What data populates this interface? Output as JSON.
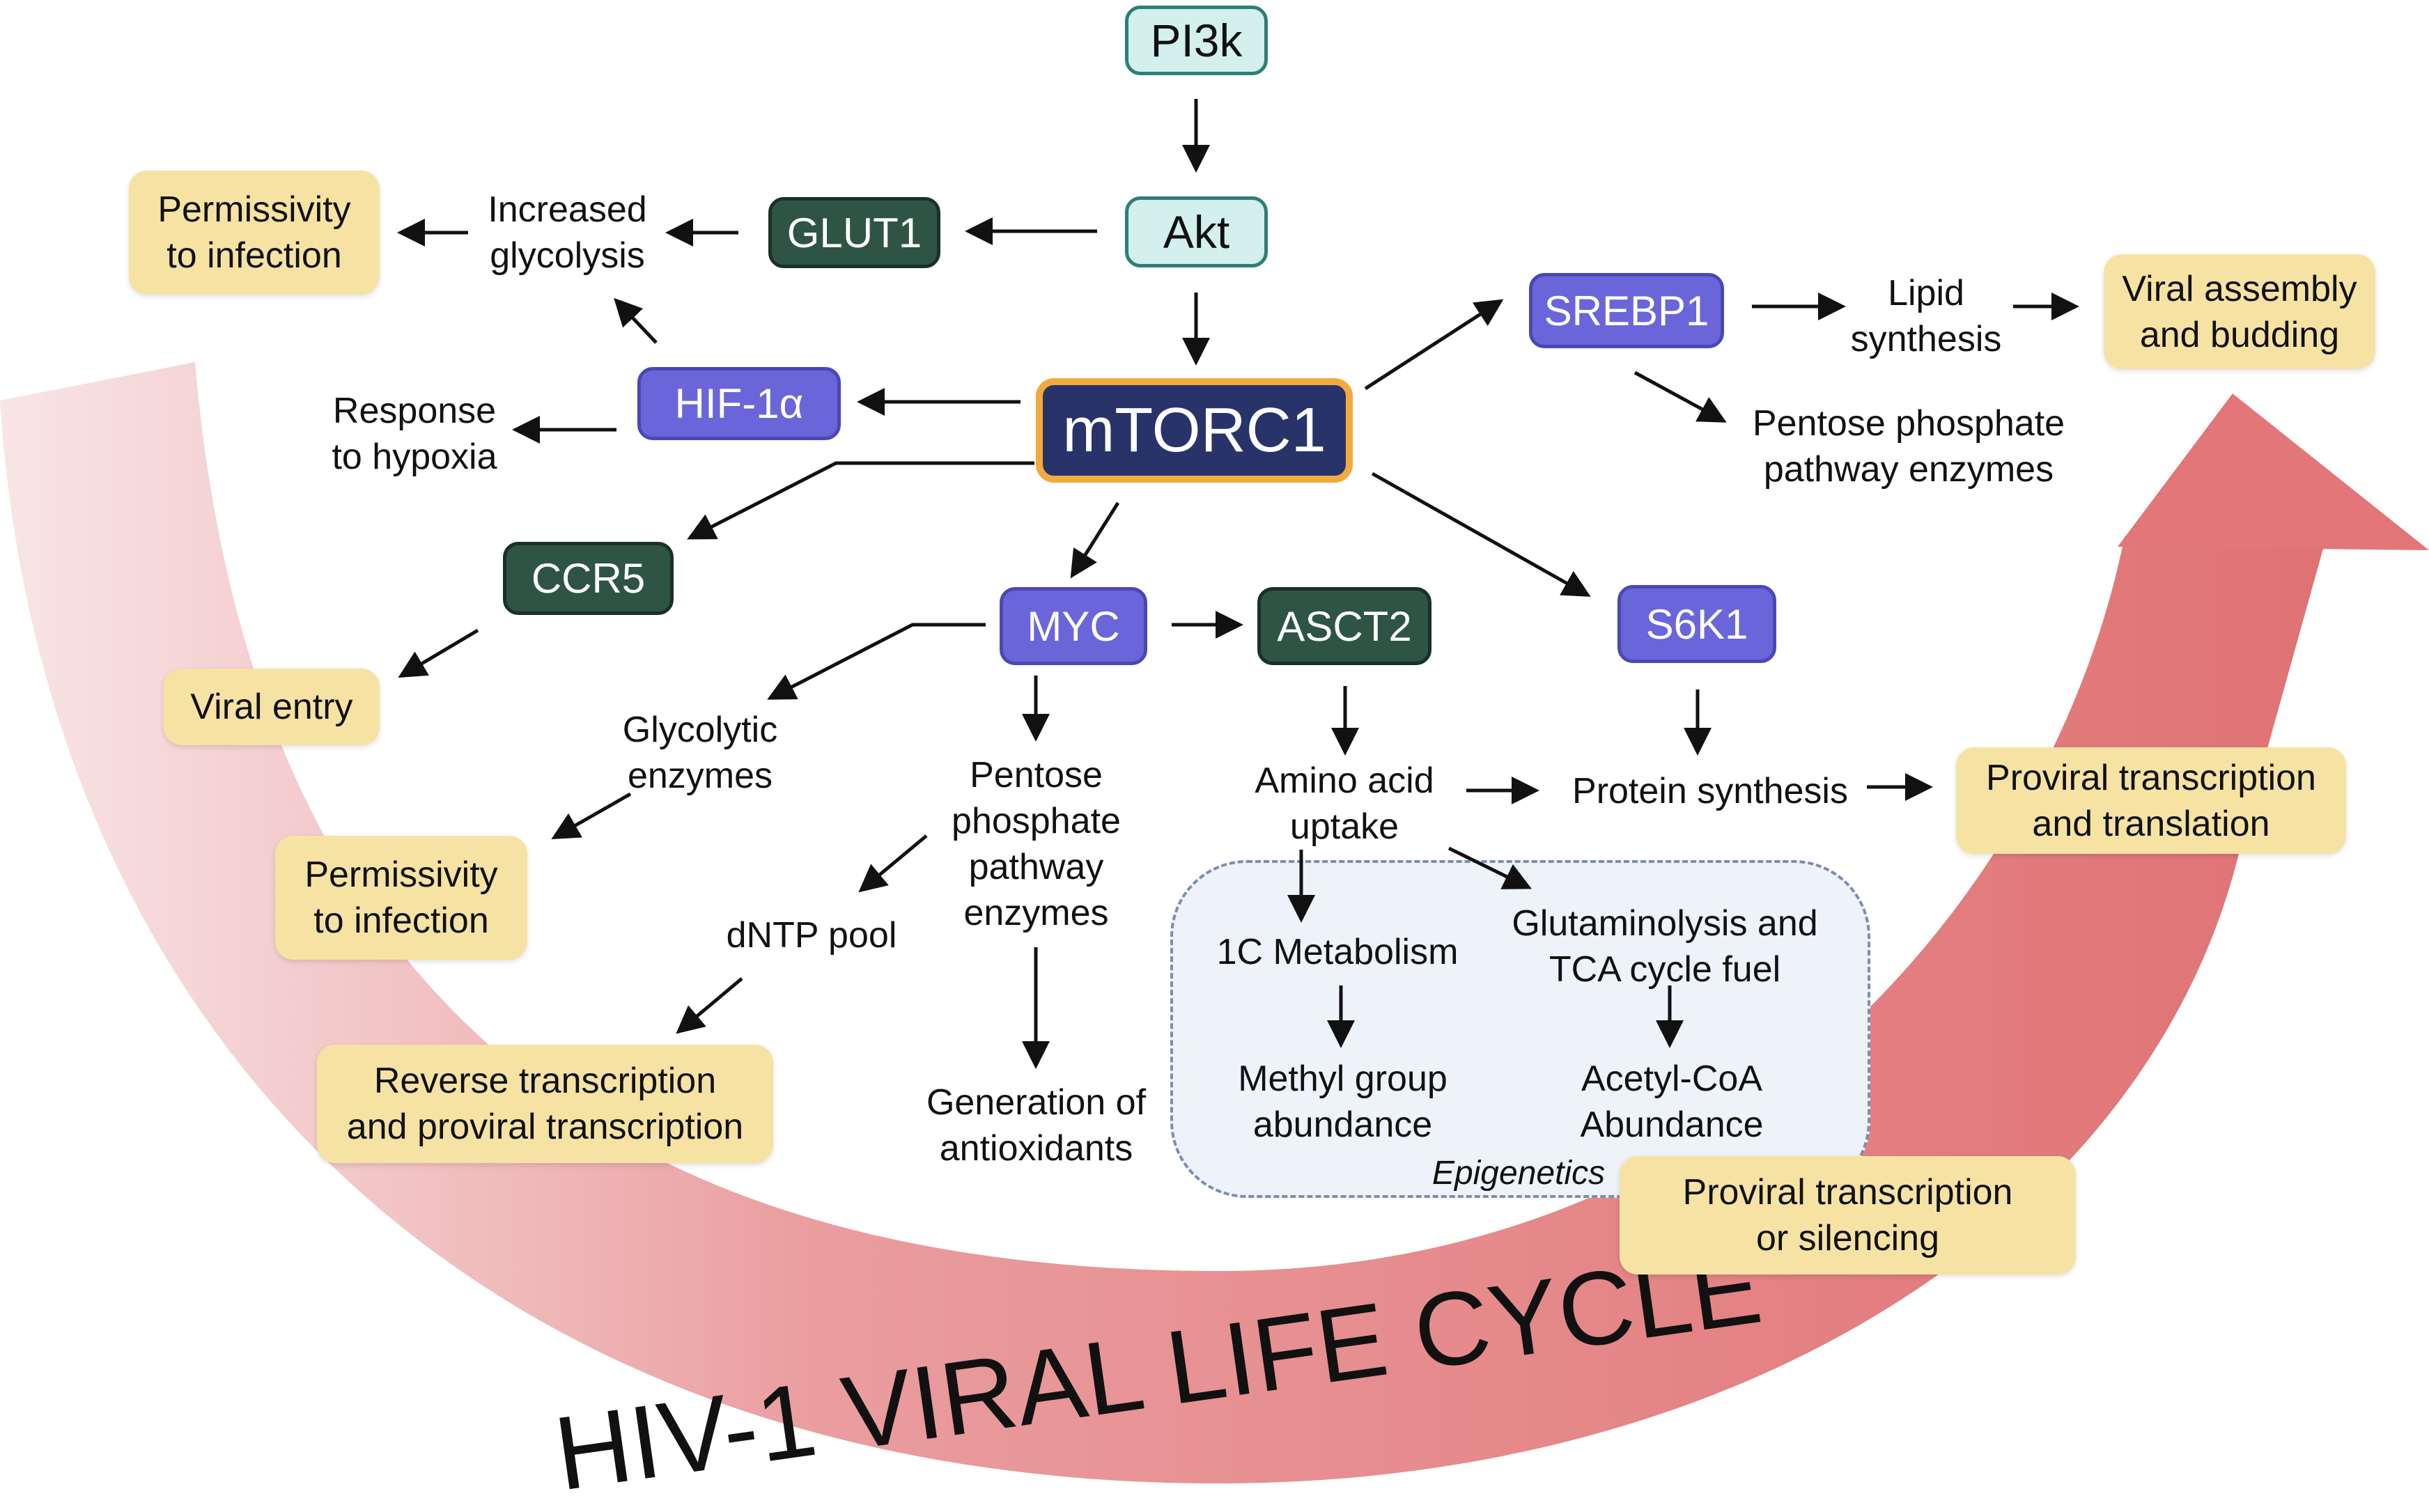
{
  "title_arc": "HIV-1 VIRAL LIFE CYCLE",
  "colors": {
    "arc_start": "#f6d2d3",
    "arc_end": "#e27678",
    "arrow_head": "#e27678",
    "outcome_box": "#f6e3a4",
    "mtorc1_border": "#f2aa3d"
  },
  "nodes": {
    "pi3k": "PI3k",
    "akt": "Akt",
    "glut1": "GLUT1",
    "mtorc1": "mTORC1",
    "hif1a": "HIF-1α",
    "ccr5": "CCR5",
    "myc": "MYC",
    "asct2": "ASCT2",
    "srebp1": "SREBP1",
    "s6k1": "S6K1"
  },
  "labels": {
    "increased_glycolysis": "Increased\nglycolysis",
    "response_hypoxia": "Response\nto hypoxia",
    "glycolytic_enzymes": "Glycolytic\nenzymes",
    "pentose_myc": "Pentose\nphosphate\npathway\nenzymes",
    "dntp_pool": "dNTP pool",
    "antioxidants": "Generation of\nantioxidants",
    "amino_acid_uptake": "Amino acid\nuptake",
    "protein_synthesis": "Protein synthesis",
    "one_c_metabolism": "1C Metabolism",
    "glutaminolysis": "Glutaminolysis and\nTCA cycle fuel",
    "methyl_group": "Methyl group\nabundance",
    "acetyl_coa": "Acetyl-CoA\nAbundance",
    "epigenetics": "Epigenetics",
    "lipid_synthesis": "Lipid\nsynthesis",
    "pentose_srebp": "Pentose phosphate\npathway enzymes"
  },
  "outcomes": {
    "permissivity_top": "Permissivity\nto infection",
    "viral_entry": "Viral entry",
    "permissivity_mid": "Permissivity\nto infection",
    "reverse_transcription": "Reverse transcription\nand proviral transcription",
    "viral_assembly": "Viral assembly\nand budding",
    "proviral_translation": "Proviral transcription\nand translation",
    "proviral_silencing": "Proviral transcription\nor silencing"
  }
}
